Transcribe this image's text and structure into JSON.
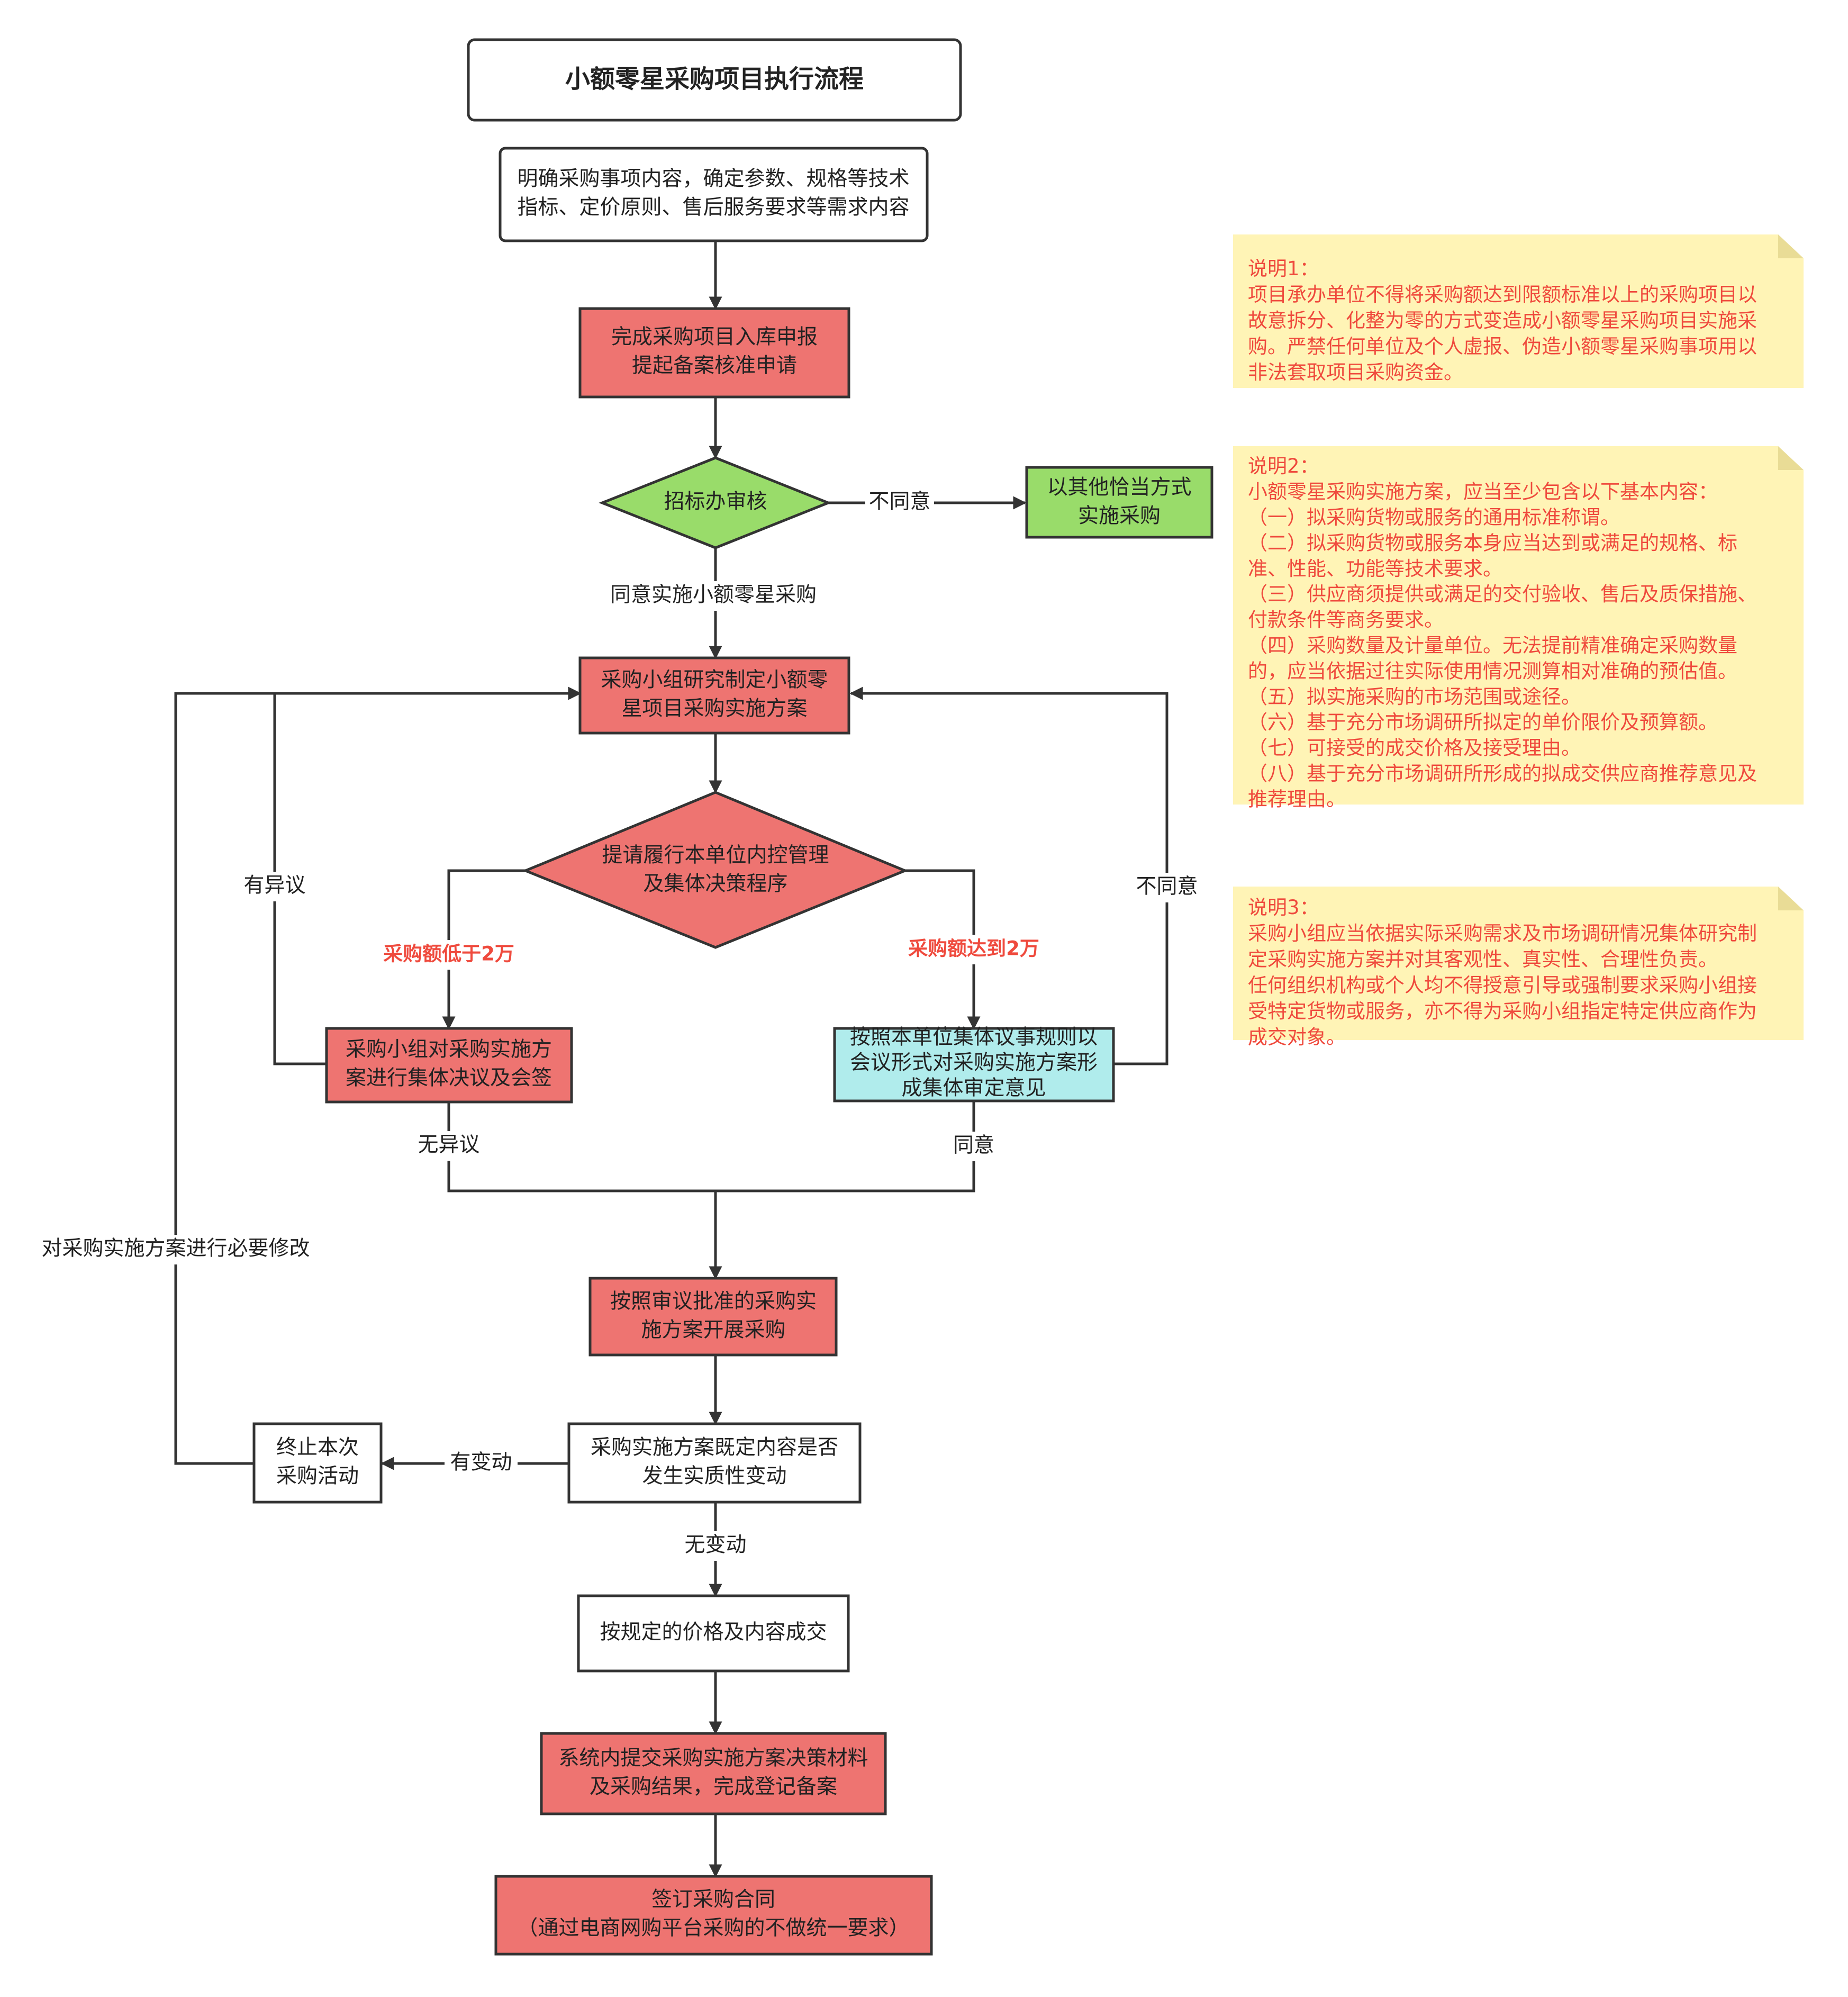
{
  "title": "小额零星采购项目执行流程",
  "colors": {
    "red_fill": "#ee7471",
    "green_fill": "#99dc6a",
    "cyan_fill": "#b0ecec",
    "white_fill": "#ffffff",
    "note_fill": "#fff4b6",
    "note_text": "#ef4a3d",
    "condition_text": "#ef4a3d",
    "stroke": "#333333",
    "text": "#222222"
  },
  "nodes": {
    "step1": {
      "lines": [
        "明确采购事项内容，确定参数、规格等技术",
        "指标、定价原则、售后服务要求等需求内容"
      ]
    },
    "step2": {
      "lines": [
        "完成采购项目入库申报",
        "提起备案核准申请"
      ]
    },
    "decision1": {
      "lines": [
        "招标办审核"
      ]
    },
    "alt_method": {
      "lines": [
        "以其他恰当方式",
        "实施采购"
      ]
    },
    "step3": {
      "lines": [
        "采购小组研究制定小额零",
        "星项目采购实施方案"
      ]
    },
    "decision2": {
      "lines": [
        "提请履行本单位内控管理",
        "及集体决策程序"
      ]
    },
    "group_decide": {
      "lines": [
        "采购小组对采购实施方",
        "案进行集体决议及会签"
      ]
    },
    "meeting": {
      "lines": [
        "按照本单位集体议事规则以",
        "会议形式对采购实施方案形",
        "成集体审定意见"
      ]
    },
    "execute": {
      "lines": [
        "按照审议批准的采购实",
        "施方案开展采购"
      ]
    },
    "change_check": {
      "lines": [
        "采购实施方案既定内容是否",
        "发生实质性变动"
      ]
    },
    "terminate": {
      "lines": [
        "终止本次",
        "采购活动"
      ]
    },
    "deal": {
      "lines": [
        "按规定的价格及内容成交"
      ]
    },
    "submit": {
      "lines": [
        "系统内提交采购实施方案决策材料",
        "及采购结果，完成登记备案"
      ]
    },
    "contract": {
      "lines": [
        "签订采购合同",
        "（通过电商网购平台采购的不做统一要求）"
      ]
    }
  },
  "edge_labels": {
    "disagree1": "不同意",
    "agree1": "同意实施小额零星采购",
    "objection": "有异议",
    "disagree2": "不同意",
    "below_2w": "采购额低于2万",
    "reach_2w": "采购额达到2万",
    "no_objection": "无异议",
    "agree2": "同意",
    "modify": "对采购实施方案进行必要修改",
    "has_change": "有变动",
    "no_change": "无变动"
  },
  "notes": [
    {
      "lines": [
        "说明1：",
        "项目承办单位不得将采购额达到限额标准以上的采购项目以",
        "故意拆分、化整为零的方式变造成小额零星采购项目实施采",
        "购。严禁任何单位及个人虚报、伪造小额零星采购事项用以",
        "非法套取项目采购资金。"
      ]
    },
    {
      "lines": [
        "说明2：",
        "小额零星采购实施方案，应当至少包含以下基本内容：",
        "（一）拟采购货物或服务的通用标准称谓。",
        "（二）拟采购货物或服务本身应当达到或满足的规格、标",
        "准、性能、功能等技术要求。",
        "（三）供应商须提供或满足的交付验收、售后及质保措施、",
        "付款条件等商务要求。",
        "（四）采购数量及计量单位。无法提前精准确定采购数量",
        "的，应当依据过往实际使用情况测算相对准确的预估值。",
        "（五）拟实施采购的市场范围或途径。",
        "（六）基于充分市场调研所拟定的单价限价及预算额。",
        "（七）可接受的成交价格及接受理由。",
        "（八）基于充分市场调研所形成的拟成交供应商推荐意见及",
        "推荐理由。"
      ]
    },
    {
      "lines": [
        "说明3：",
        "采购小组应当依据实际采购需求及市场调研情况集体研究制",
        "定采购实施方案并对其客观性、真实性、合理性负责。",
        "任何组织机构或个人均不得授意引导或强制要求采购小组接",
        "受特定货物或服务，亦不得为采购小组指定特定供应商作为",
        "成交对象。"
      ]
    }
  ]
}
